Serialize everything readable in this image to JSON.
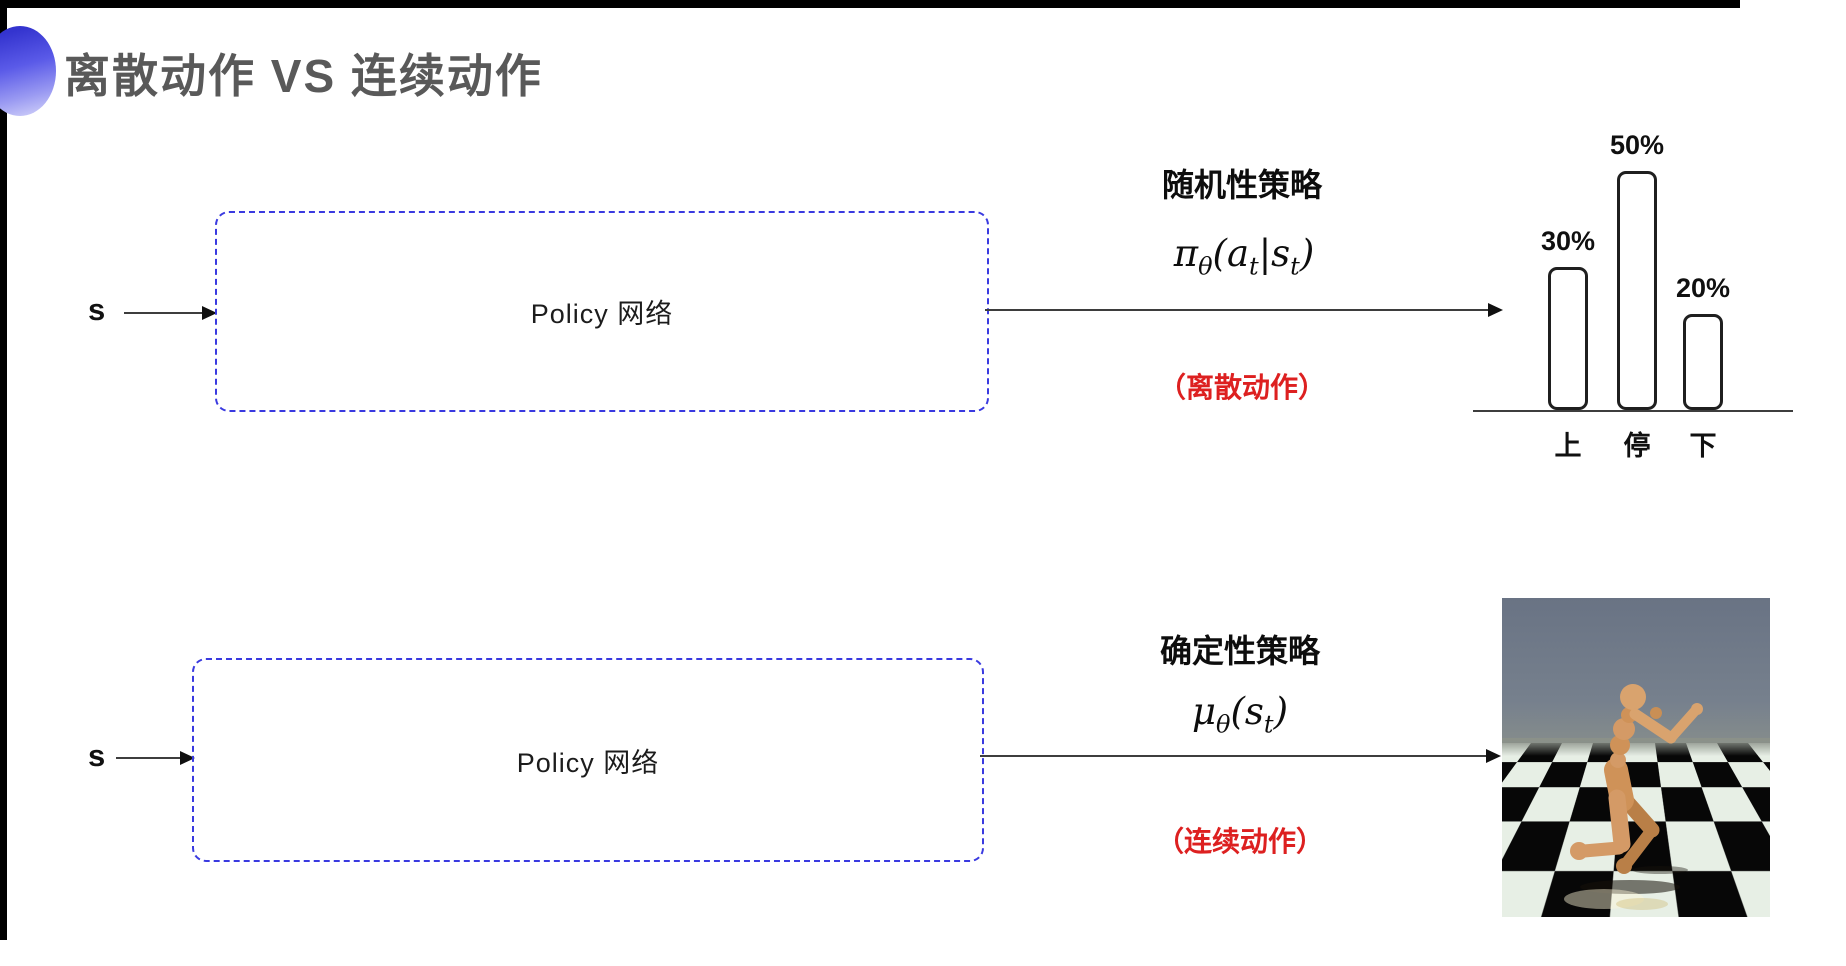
{
  "slide": {
    "title": "离散动作 VS 连续动作",
    "accent_color": "#4a4ae0"
  },
  "rows": {
    "discrete": {
      "input_label": "s",
      "box_label": "Policy 网络",
      "policy_title": "随机性策略",
      "formula": "π_θ(a_t|s_t)",
      "action_type": "（离散动作）"
    },
    "continuous": {
      "input_label": "s",
      "box_label": "Policy 网络",
      "policy_title": "确定性策略",
      "formula": "μ_θ(s_t)",
      "action_type": "（连续动作）"
    }
  },
  "chart_data": {
    "type": "bar",
    "categories": [
      "上",
      "停",
      "下"
    ],
    "values": [
      30,
      50,
      20
    ],
    "value_labels": [
      "30%",
      "50%",
      "20%"
    ],
    "title": "",
    "xlabel": "",
    "ylabel": "",
    "ylim": [
      0,
      60
    ],
    "grid": false,
    "legend": false,
    "style": "white outlined rounded bars on plain baseline, percentage labels above bars"
  },
  "illustration": {
    "name": "mujoco-humanoid-on-checkerboard",
    "sky_color": "#6e7887",
    "floor_colors": [
      "#070707",
      "#e7efe5"
    ],
    "figure_color": "#d49a66"
  },
  "colors": {
    "title_text": "#595959",
    "box_border": "#3a3ae0",
    "action_type_red": "#dd2020",
    "line_black": "#1f1f1f"
  }
}
